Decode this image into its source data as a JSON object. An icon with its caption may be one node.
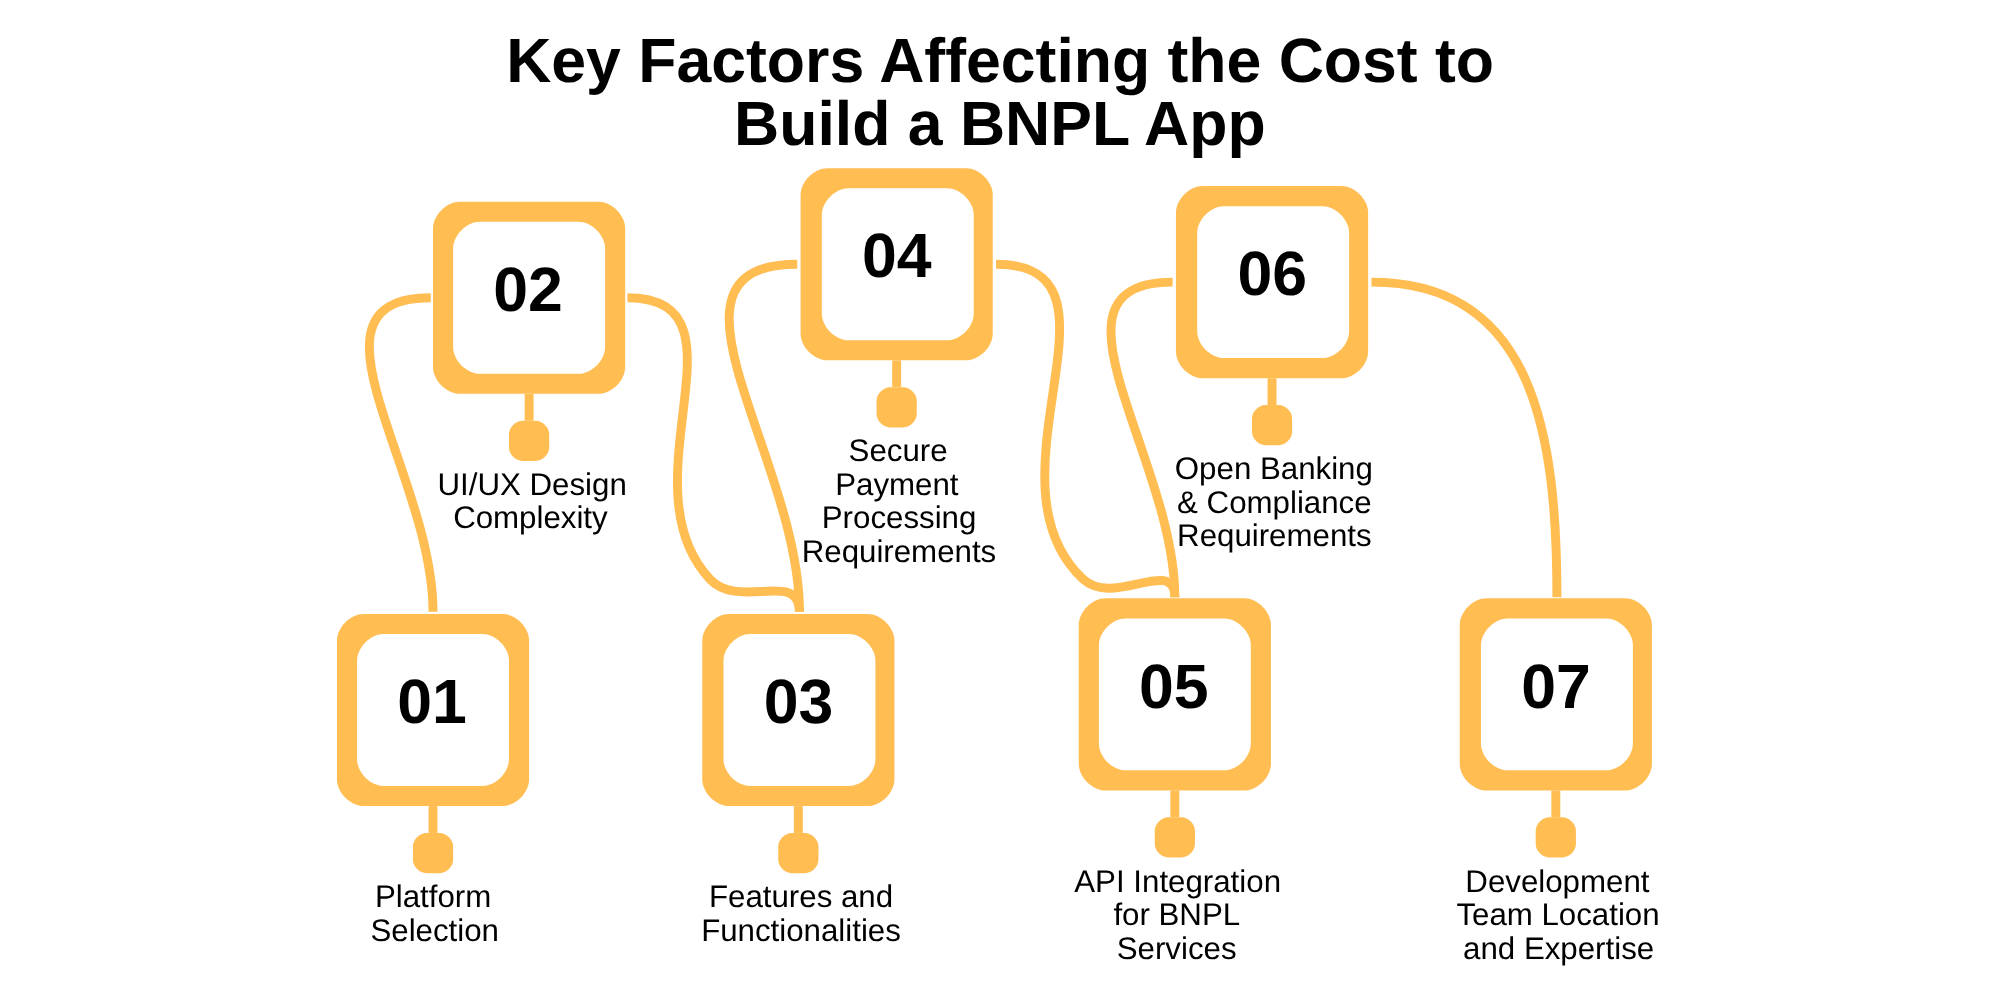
{
  "diagram": {
    "title": "Key Factors Affecting the Cost to Build a BNPL App",
    "nodes": [
      {
        "text": [
          "01"
        ],
        "beside": [
          "Platform Selection"
        ]
      },
      {
        "text": [
          "02"
        ],
        "beside": [
          "UI/UX Design Complexity"
        ]
      },
      {
        "text": [
          "03"
        ],
        "beside": [
          "Features and Functionalities"
        ]
      },
      {
        "text": [
          "04"
        ],
        "beside": [
          "Secure Payment Processing Requirements"
        ]
      },
      {
        "text": [
          "05"
        ],
        "beside": [
          "API Integration for BNPL Services"
        ]
      },
      {
        "text": [
          "06"
        ],
        "beside": [
          "Open Banking & Compliance Requirements"
        ]
      },
      {
        "text": [
          "07"
        ],
        "beside": [
          "Development Team Location and Expertise"
        ]
      }
    ],
    "edges": [
      {
        "from": 0,
        "to": 1,
        "arrow": "none"
      },
      {
        "from": 1,
        "to": 2,
        "arrow": "none"
      },
      {
        "from": 2,
        "to": 3,
        "arrow": "none"
      },
      {
        "from": 3,
        "to": 4,
        "arrow": "none"
      },
      {
        "from": 4,
        "to": 5,
        "arrow": "none"
      },
      {
        "from": 5,
        "to": 6,
        "arrow": "none"
      }
    ]
  }
}
